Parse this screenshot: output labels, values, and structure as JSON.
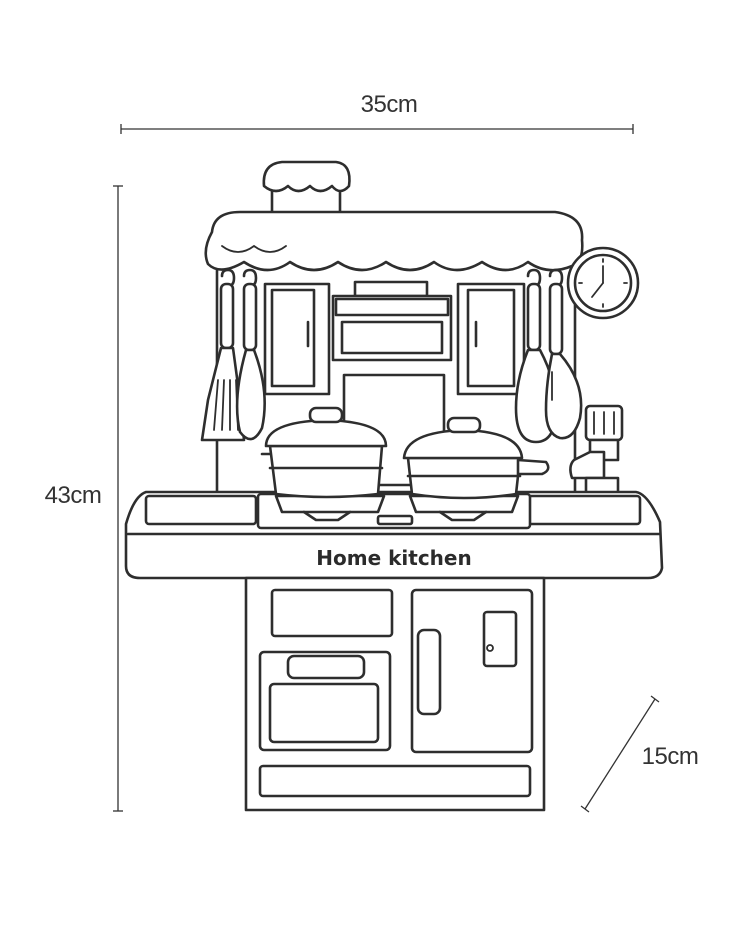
{
  "dimensions": {
    "width": "35cm",
    "height": "43cm",
    "depth": "15cm"
  },
  "product": {
    "label": "Home kitchen"
  },
  "colors": {
    "line": "#2e2e2e",
    "background": "#ffffff",
    "text": "#333333"
  }
}
